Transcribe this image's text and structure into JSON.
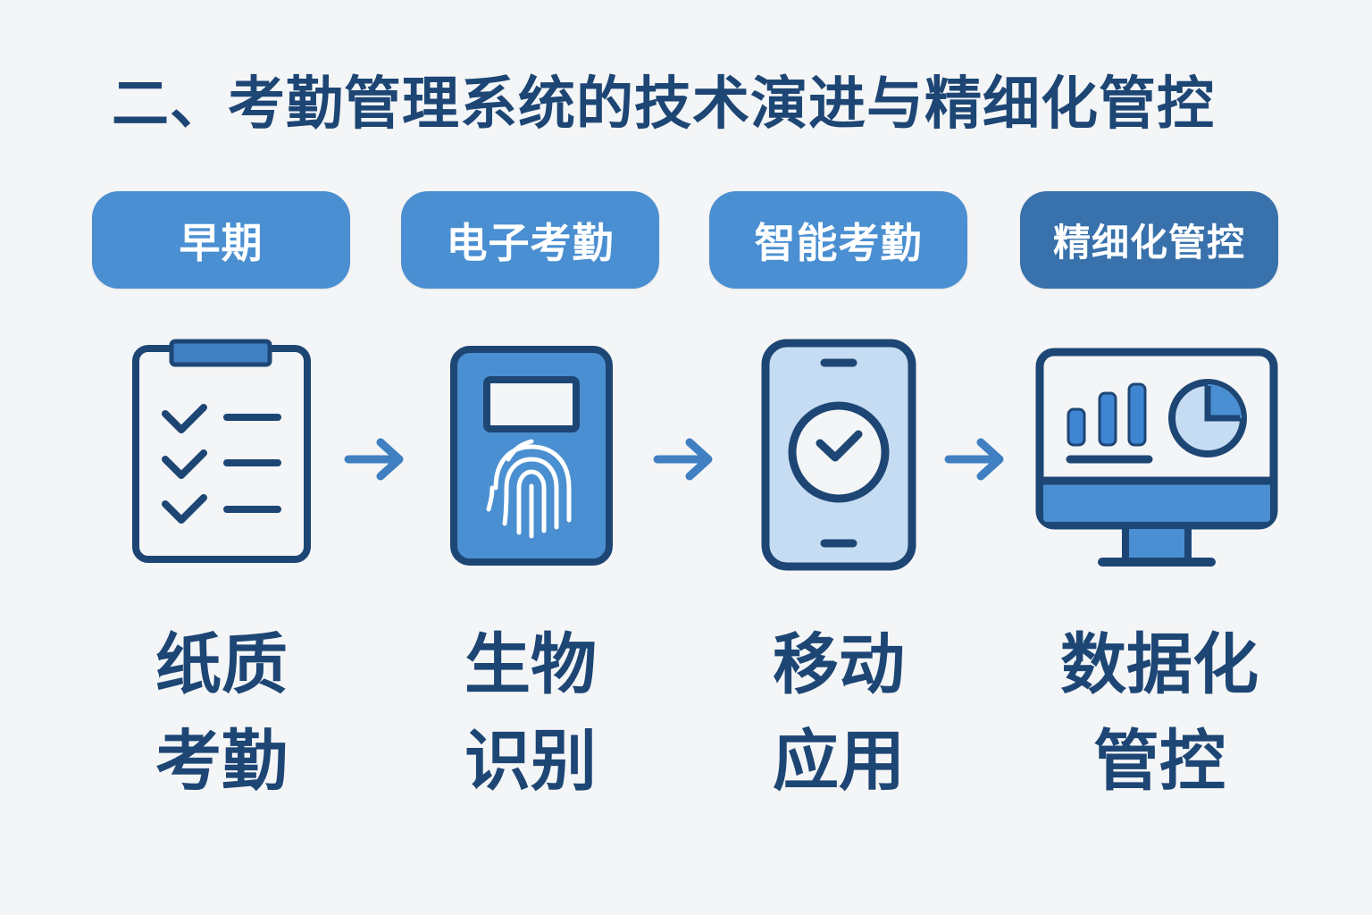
{
  "title": "二、考勤管理系统的技术演进与精细化管控",
  "colors": {
    "background": "#f4f5f6",
    "navy": "#1d4675",
    "accent": "#4a8fd1",
    "accent_dark": "#3871ab",
    "light_fill": "#c6dcf2"
  },
  "stages": [
    {
      "pill": "早期",
      "icon": "clipboard-checklist-icon",
      "label_lines": [
        "纸质",
        "考勤"
      ]
    },
    {
      "pill": "电子考勤",
      "icon": "fingerprint-device-icon",
      "label_lines": [
        "生物",
        "识别"
      ]
    },
    {
      "pill": "智能考勤",
      "icon": "mobile-phone-check-icon",
      "label_lines": [
        "移动",
        "应用"
      ]
    },
    {
      "pill": "精细化管控",
      "icon": "monitor-analytics-icon",
      "label_lines": [
        "数据化",
        "管控"
      ]
    }
  ],
  "arrows": [
    "arrow-right-icon",
    "arrow-right-icon",
    "arrow-right-icon"
  ]
}
